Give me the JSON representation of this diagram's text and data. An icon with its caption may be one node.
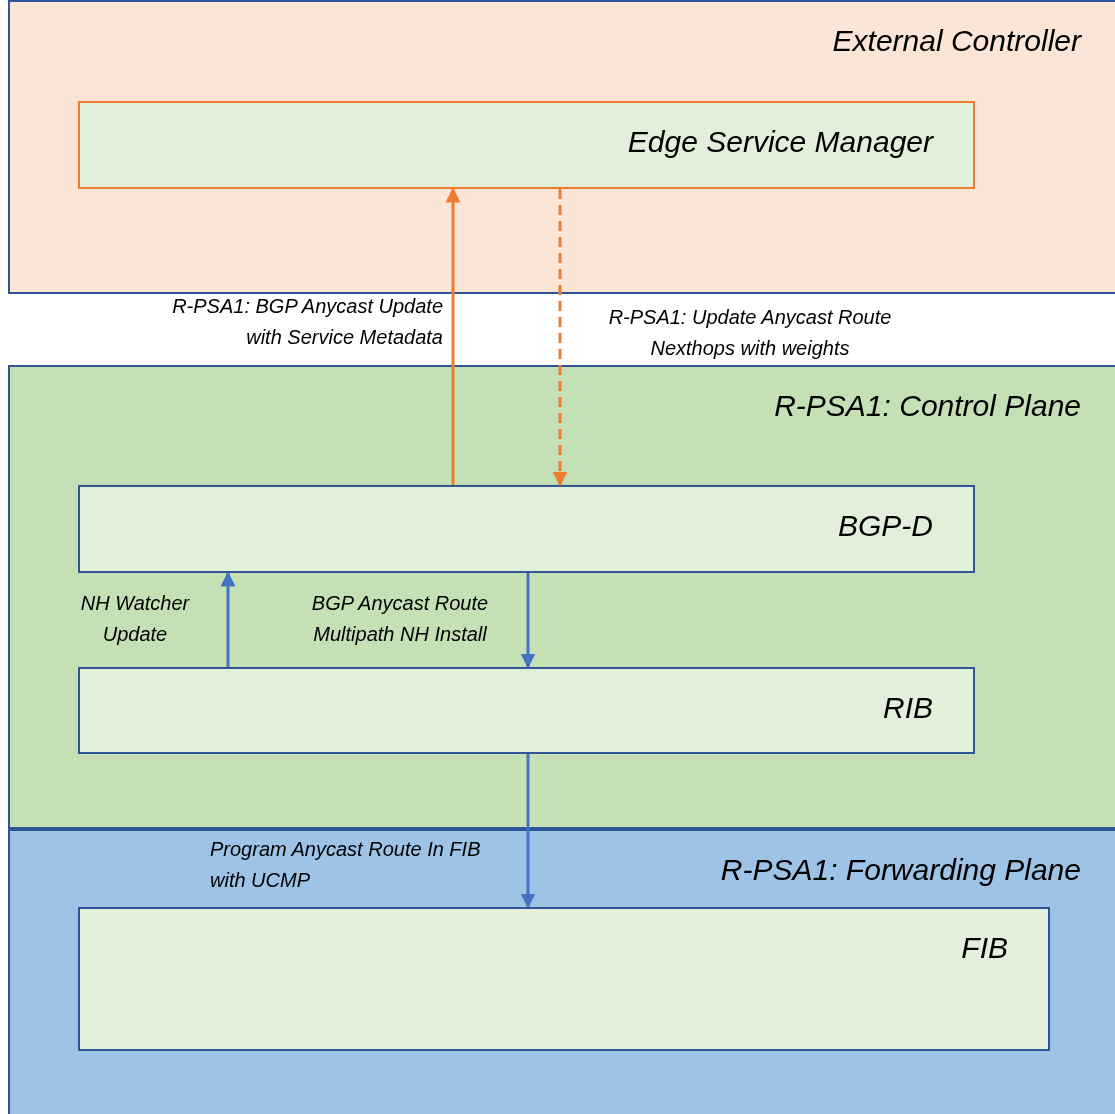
{
  "diagram": {
    "nodes": [
      {
        "text": [
          "External Controller"
        ]
      },
      {
        "text": [
          "Edge Service Manager"
        ],
        "in": 0
      },
      {
        "text": [
          "R-PSA1: Control Plane"
        ]
      },
      {
        "text": [
          "BGP-D"
        ],
        "in": 2
      },
      {
        "text": [
          "RIB"
        ],
        "in": 2
      },
      {
        "text": [
          "R-PSA1: Forwarding Plane"
        ]
      },
      {
        "text": [
          "FIB"
        ],
        "in": 5
      }
    ],
    "edges": [
      {
        "from": 3,
        "to": 1,
        "arrow": "to",
        "label": "R-PSA1: BGP Anycast Update with Service Metadata",
        "color": "#ed7d31"
      },
      {
        "from": 1,
        "to": 3,
        "arrow": "to",
        "label": "R-PSA1: Update Anycast Route Nexthops with weights",
        "style": "dashed",
        "color": "#ed7d31"
      },
      {
        "from": 4,
        "to": 3,
        "arrow": "to",
        "label": "NH Watcher Update"
      },
      {
        "from": 3,
        "to": 4,
        "arrow": "to",
        "label": "BGP Anycast Route Multipath NH Install"
      },
      {
        "from": 4,
        "to": 6,
        "arrow": "to",
        "label": "Program Anycast Route In FIB with UCMP"
      }
    ]
  }
}
